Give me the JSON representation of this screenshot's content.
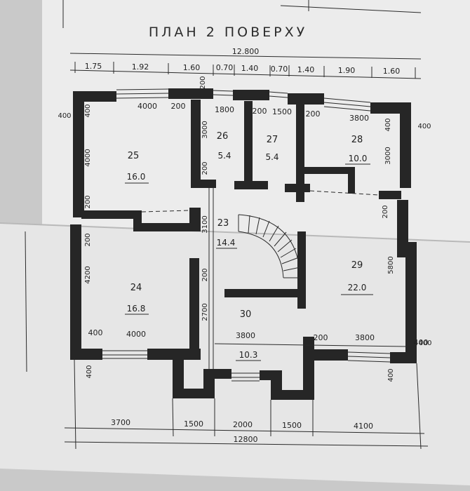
{
  "title": "ПЛАН 2 ПОВЕРХУ",
  "top_dims": {
    "overall": "12.800",
    "segments": [
      "1.75",
      "1.92",
      "1.60",
      "0.70",
      "1.40",
      "0.70",
      "1.40",
      "1.90",
      "1.60"
    ]
  },
  "inner_top_dims": [
    "4000",
    "200",
    "1800",
    "200",
    "1500",
    "200",
    "3800"
  ],
  "vertical_dims": [
    "400",
    "4000",
    "200",
    "3000",
    "200",
    "400",
    "3000",
    "200",
    "5800",
    "3100",
    "200",
    "4200",
    "200",
    "2700",
    "400",
    "400",
    "400",
    "200",
    "400",
    "400"
  ],
  "inner_bottom_dims": [
    "400",
    "4000",
    "3800",
    "200",
    "3800",
    "400"
  ],
  "bottom_dims": {
    "segments": [
      "3700",
      "1500",
      "2000",
      "1500",
      "4100"
    ],
    "overall": "12800"
  },
  "rooms": [
    {
      "num": "25",
      "area": "16.0"
    },
    {
      "num": "26",
      "area": "5.4"
    },
    {
      "num": "27",
      "area": "5.4"
    },
    {
      "num": "28",
      "area": "10.0"
    },
    {
      "num": "23",
      "area": "14.4"
    },
    {
      "num": "24",
      "area": "16.8"
    },
    {
      "num": "29",
      "area": "22.0"
    },
    {
      "num": "30",
      "area": "10.3"
    }
  ]
}
